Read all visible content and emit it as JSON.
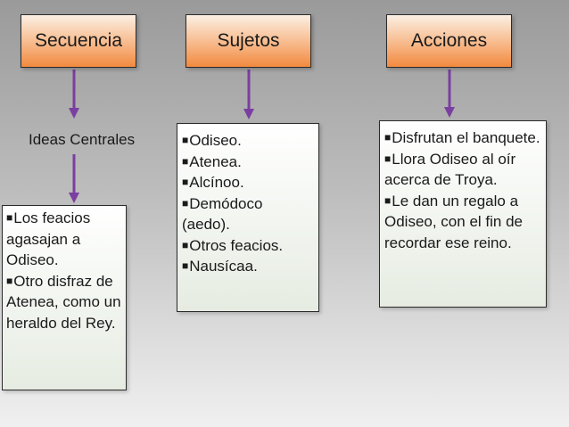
{
  "headers": {
    "secuencia": "Secuencia",
    "sujetos": "Sujetos",
    "acciones": "Acciones"
  },
  "ideas_label": "Ideas Centrales",
  "bullet_glyph": "■",
  "ideas_items": [
    "Los feacios agasajan a Odiseo.",
    "Otro disfraz de Atenea, como un heraldo del Rey."
  ],
  "sujetos_items": [
    "Odiseo.",
    "Atenea.",
    "Alcínoo.",
    "Demódoco (aedo).",
    "Otros feacios.",
    "Nausícaa."
  ],
  "acciones_items": [
    "Disfrutan el banquete.",
    "Llora Odiseo al oír acerca de Troya.",
    "Le dan un regalo a Odiseo, con el fin de recordar ese reino."
  ],
  "colors": {
    "arrow": "#7a3fa0",
    "header_fill": "#f28a3f"
  }
}
